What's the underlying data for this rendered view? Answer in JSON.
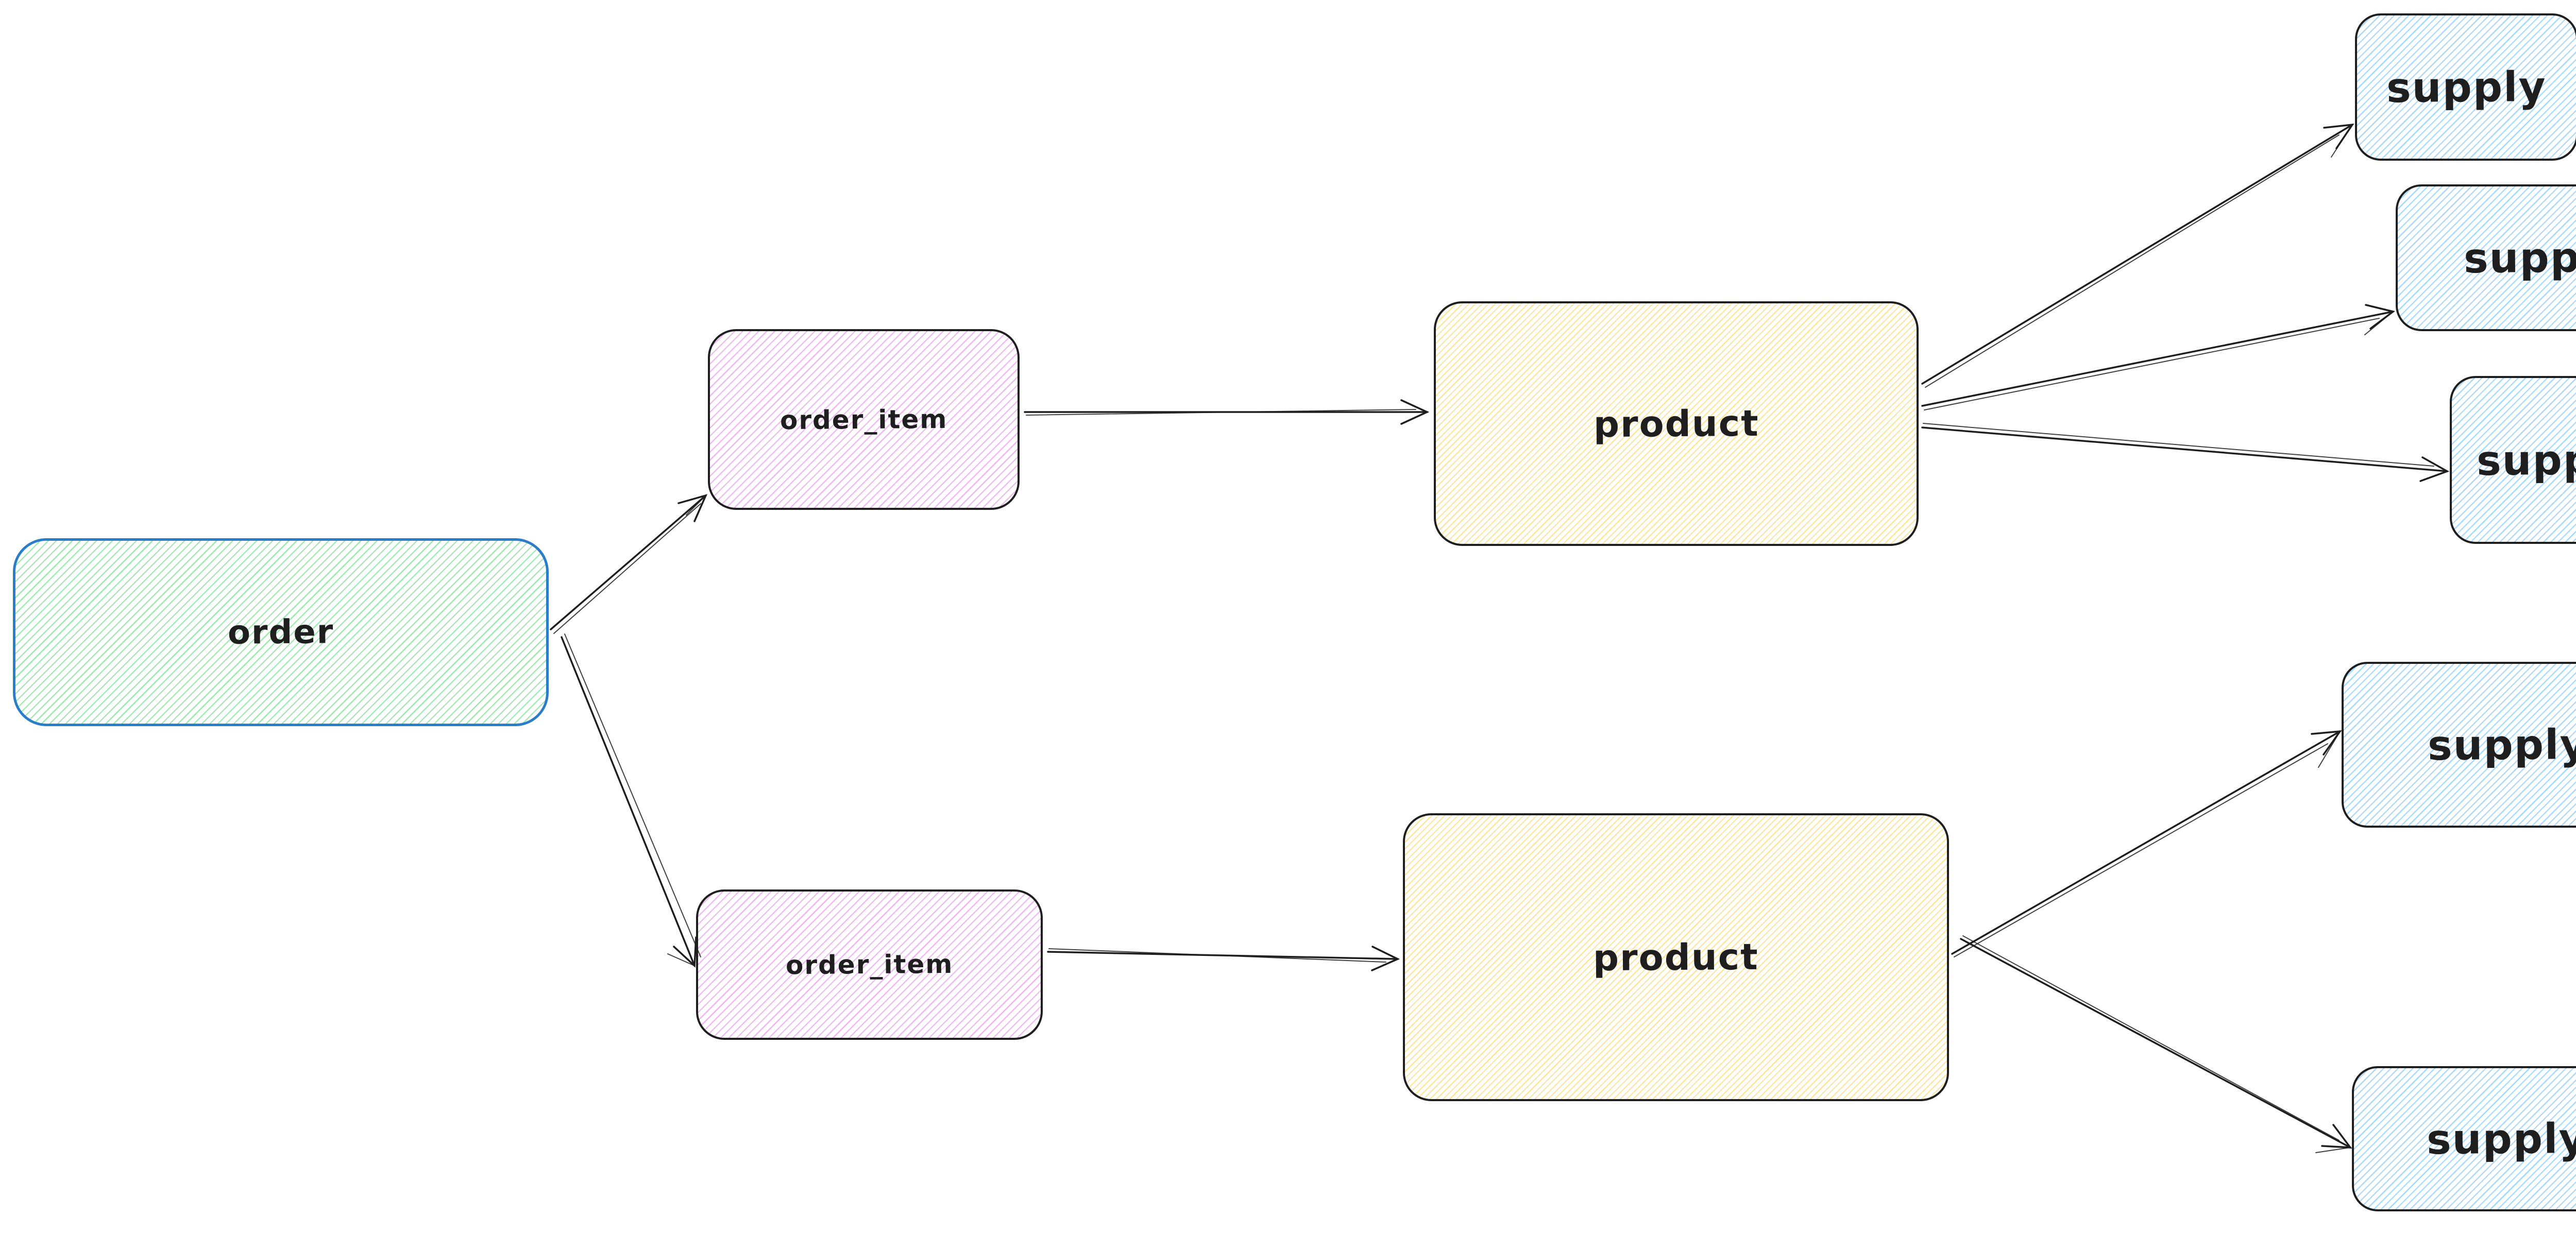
{
  "diagram": {
    "canvas": {
      "background_color": "#ffffff",
      "default_stroke_color": "#1e1e1e"
    },
    "nodes": [
      {
        "id": "order",
        "label": "order",
        "shape": "rounded-rectangle",
        "fill_style": "hachure",
        "fill_color": "#9ce8ac",
        "stroke_color": "#2b7cc9"
      },
      {
        "id": "order_item_1",
        "label": "order_item",
        "shape": "rounded-rectangle",
        "fill_style": "hachure",
        "fill_color": "#f0b3f3",
        "stroke_color": "#1e1e1e"
      },
      {
        "id": "order_item_2",
        "label": "order_item",
        "shape": "rounded-rectangle",
        "fill_style": "hachure",
        "fill_color": "#f0b3f3",
        "stroke_color": "#1e1e1e"
      },
      {
        "id": "product_1",
        "label": "product",
        "shape": "rounded-rectangle",
        "fill_style": "hachure",
        "fill_color": "#fce59a",
        "stroke_color": "#1e1e1e"
      },
      {
        "id": "product_2",
        "label": "product",
        "shape": "rounded-rectangle",
        "fill_style": "hachure",
        "fill_color": "#fce59a",
        "stroke_color": "#1e1e1e"
      },
      {
        "id": "supply_1",
        "label": "supply",
        "shape": "rounded-rectangle",
        "fill_style": "hachure",
        "fill_color": "#a5d8ff",
        "stroke_color": "#1e1e1e"
      },
      {
        "id": "supply_2",
        "label": "supply",
        "shape": "rounded-rectangle",
        "fill_style": "hachure",
        "fill_color": "#a5d8ff",
        "stroke_color": "#1e1e1e"
      },
      {
        "id": "supply_3",
        "label": "supply",
        "shape": "rounded-rectangle",
        "fill_style": "hachure",
        "fill_color": "#a5d8ff",
        "stroke_color": "#1e1e1e"
      },
      {
        "id": "supply_4",
        "label": "supply",
        "shape": "rounded-rectangle",
        "fill_style": "hachure",
        "fill_color": "#a5d8ff",
        "stroke_color": "#1e1e1e"
      },
      {
        "id": "supply_5",
        "label": "supply",
        "shape": "rounded-rectangle",
        "fill_style": "hachure",
        "fill_color": "#a5d8ff",
        "stroke_color": "#1e1e1e"
      }
    ],
    "edges": [
      {
        "from": "order",
        "to": "order_item_1",
        "style": "arrow"
      },
      {
        "from": "order",
        "to": "order_item_2",
        "style": "arrow"
      },
      {
        "from": "order_item_1",
        "to": "product_1",
        "style": "arrow"
      },
      {
        "from": "order_item_2",
        "to": "product_2",
        "style": "arrow"
      },
      {
        "from": "product_1",
        "to": "supply_1",
        "style": "arrow"
      },
      {
        "from": "product_1",
        "to": "supply_2",
        "style": "arrow"
      },
      {
        "from": "product_1",
        "to": "supply_3",
        "style": "arrow"
      },
      {
        "from": "product_2",
        "to": "supply_4",
        "style": "arrow"
      },
      {
        "from": "product_2",
        "to": "supply_5",
        "style": "arrow"
      }
    ]
  }
}
